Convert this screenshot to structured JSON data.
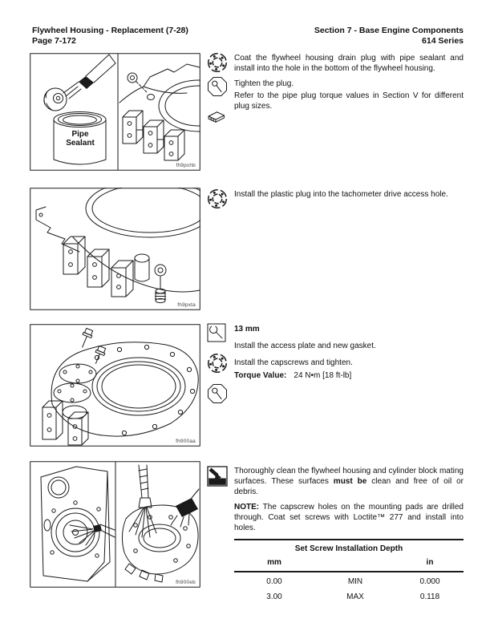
{
  "header": {
    "left1": "Flywheel Housing - Replacement (7-28)",
    "left2": "Page 7-172",
    "right1": "Section 7 - Base Engine Components",
    "right2": "614 Series"
  },
  "icons": {
    "assemble": "segmented-disc-assembly-icon",
    "tighten": "ratchet-in-octagon-icon",
    "manual": "service-manual-book-icon",
    "wrench_size": "boxed-open-end-wrench-icon",
    "clean": "cleaning-brush-icon"
  },
  "figures": {
    "fig1": {
      "caption": "fh9pxhb",
      "can_line1": "Pipe",
      "can_line2": "Sealant"
    },
    "fig2": {
      "caption": "fh9pxta"
    },
    "fig3": {
      "caption": "fh900aa"
    },
    "fig4": {
      "caption": "fh900eb"
    }
  },
  "steps": {
    "block1": {
      "p1": "Coat the flywheel housing drain plug with pipe sealant and install into the hole in the bottom of the flywheel housing.",
      "p2": "Tighten the plug.",
      "p3": "Refer to the pipe plug torque values in Section V for different plug sizes."
    },
    "block2": {
      "p1": "Install the plastic plug into the tachometer drive access hole."
    },
    "block3": {
      "size": "13 mm",
      "p1": "Install the access plate and new gasket.",
      "p2": "Install the capscrews and tighten.",
      "torque_label": "Torque Value:",
      "torque_value": "24 N•m [18 ft-lb]"
    },
    "block4": {
      "p1_pre": "Thoroughly clean the flywheel housing and cylinder block mating surfaces. These surfaces ",
      "p1_bold": "must be",
      "p1_post": " clean and free of oil or debris.",
      "note_label": "NOTE:",
      "note_text": " The capscrew holes on the mounting pads are drilled through. Coat set screws with Loctite™ 277 and install into holes."
    }
  },
  "table": {
    "title": "Set Screw Installation Depth",
    "col_mm": "mm",
    "col_in": "in",
    "rows": [
      {
        "mm": "0.00",
        "label": "MIN",
        "in": "0.000"
      },
      {
        "mm": "3.00",
        "label": "MAX",
        "in": "0.118"
      }
    ]
  }
}
